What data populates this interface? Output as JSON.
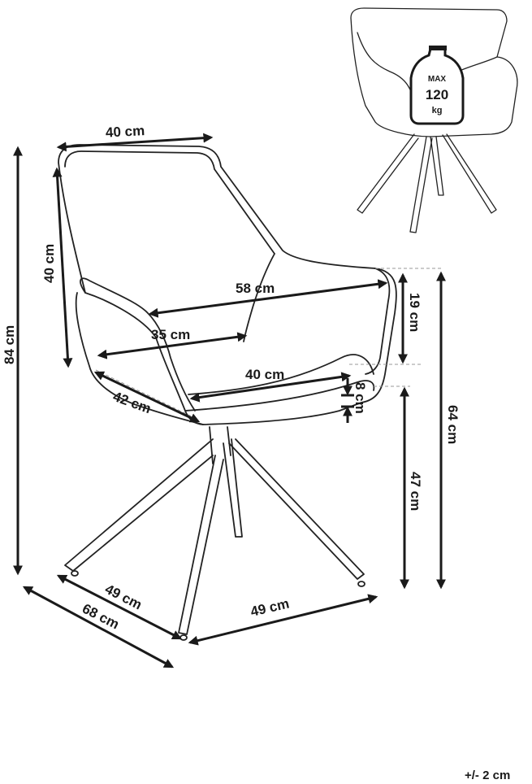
{
  "diagram": {
    "dimensions": {
      "backrest_width": "40 cm",
      "backrest_height": "40 cm",
      "total_height": "84 cm",
      "armrest_width": "58 cm",
      "seat_depth": "35 cm",
      "seat_width": "40 cm",
      "arm_depth": "42 cm",
      "armrest_height_above_seat": "19 cm",
      "seat_thickness": "8 cm",
      "armrest_height": "64 cm",
      "seat_height": "47 cm",
      "base_depth": "49 cm",
      "base_width": "49 cm",
      "overall_depth": "68 cm"
    },
    "max_load": {
      "line1": "MAX",
      "line2": "120",
      "line3": "kg"
    },
    "tolerance": "+/- 2 cm"
  },
  "colors": {
    "ink": "#1a1a1a",
    "guide": "#9a9a9a",
    "background": "#ffffff"
  }
}
